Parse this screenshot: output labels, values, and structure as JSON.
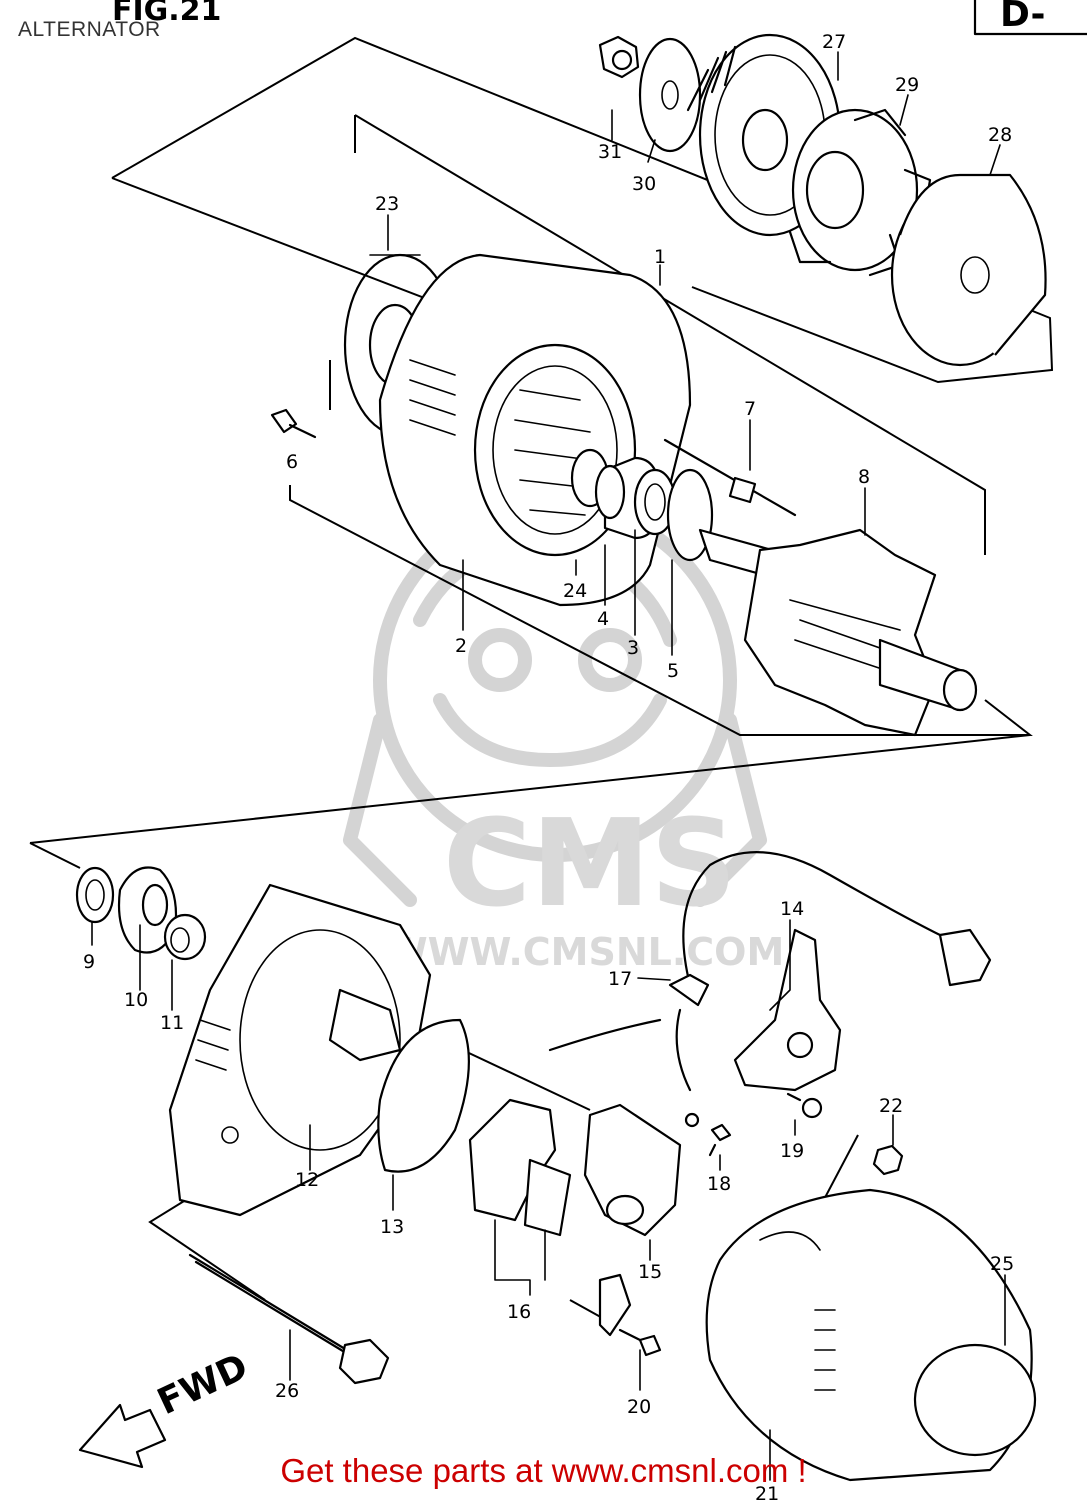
{
  "page": {
    "title": "ALTERNATOR",
    "figure_label": "FIG.21",
    "section_label": "D-",
    "direction_label": "FWD"
  },
  "watermark": {
    "brand": "CMS",
    "url": "WWW.CMSNL.COM"
  },
  "footer": {
    "cta": "Get these parts at www.cmsnl.com !",
    "cta_color": "#cc0000"
  },
  "callouts": [
    "1",
    "2",
    "3",
    "4",
    "5",
    "6",
    "7",
    "8",
    "9",
    "10",
    "11",
    "12",
    "13",
    "14",
    "15",
    "16",
    "17",
    "18",
    "19",
    "20",
    "21",
    "22",
    "23",
    "24",
    "25",
    "26",
    "27",
    "28",
    "29",
    "30",
    "31"
  ]
}
